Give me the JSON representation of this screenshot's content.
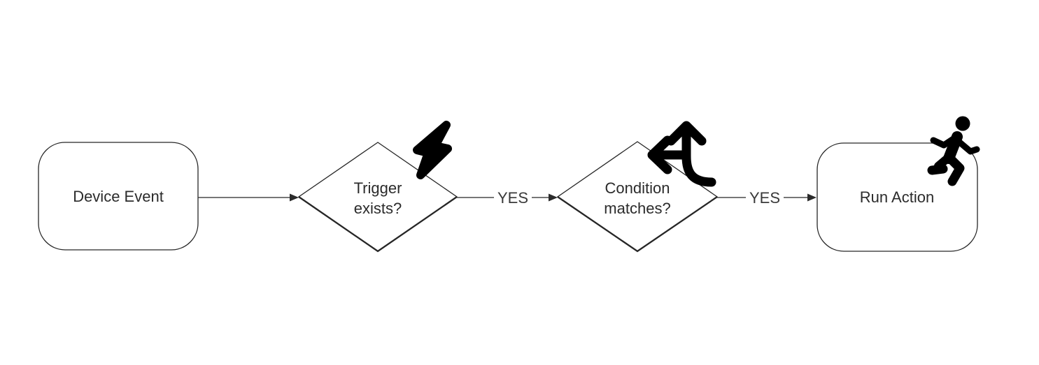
{
  "diagram": {
    "type": "flowchart",
    "background": "#ffffff",
    "nodes": [
      {
        "id": "device-event",
        "shape": "rounded-rectangle",
        "label": "Device Event",
        "icon": null
      },
      {
        "id": "trigger-exists",
        "shape": "diamond",
        "label": "Trigger exists?",
        "label_line1": "Trigger",
        "label_line2": "exists?",
        "icon": "lightning-bolt-icon"
      },
      {
        "id": "condition-matches",
        "shape": "diamond",
        "label": "Condition matches?",
        "label_line1": "Condition",
        "label_line2": "matches?",
        "icon": "split-arrows-up-left-icon"
      },
      {
        "id": "run-action",
        "shape": "rounded-rectangle",
        "label": "Run Action",
        "icon": "person-running-icon"
      }
    ],
    "edges": [
      {
        "from": "device-event",
        "to": "trigger-exists",
        "label": ""
      },
      {
        "from": "trigger-exists",
        "to": "condition-matches",
        "label": "YES"
      },
      {
        "from": "condition-matches",
        "to": "run-action",
        "label": "YES"
      }
    ],
    "colors": {
      "shape_stroke": "#262626",
      "connector": "#4a4a4a",
      "text": "#2b2b2b",
      "icon": "#000000",
      "background": "#ffffff"
    }
  }
}
